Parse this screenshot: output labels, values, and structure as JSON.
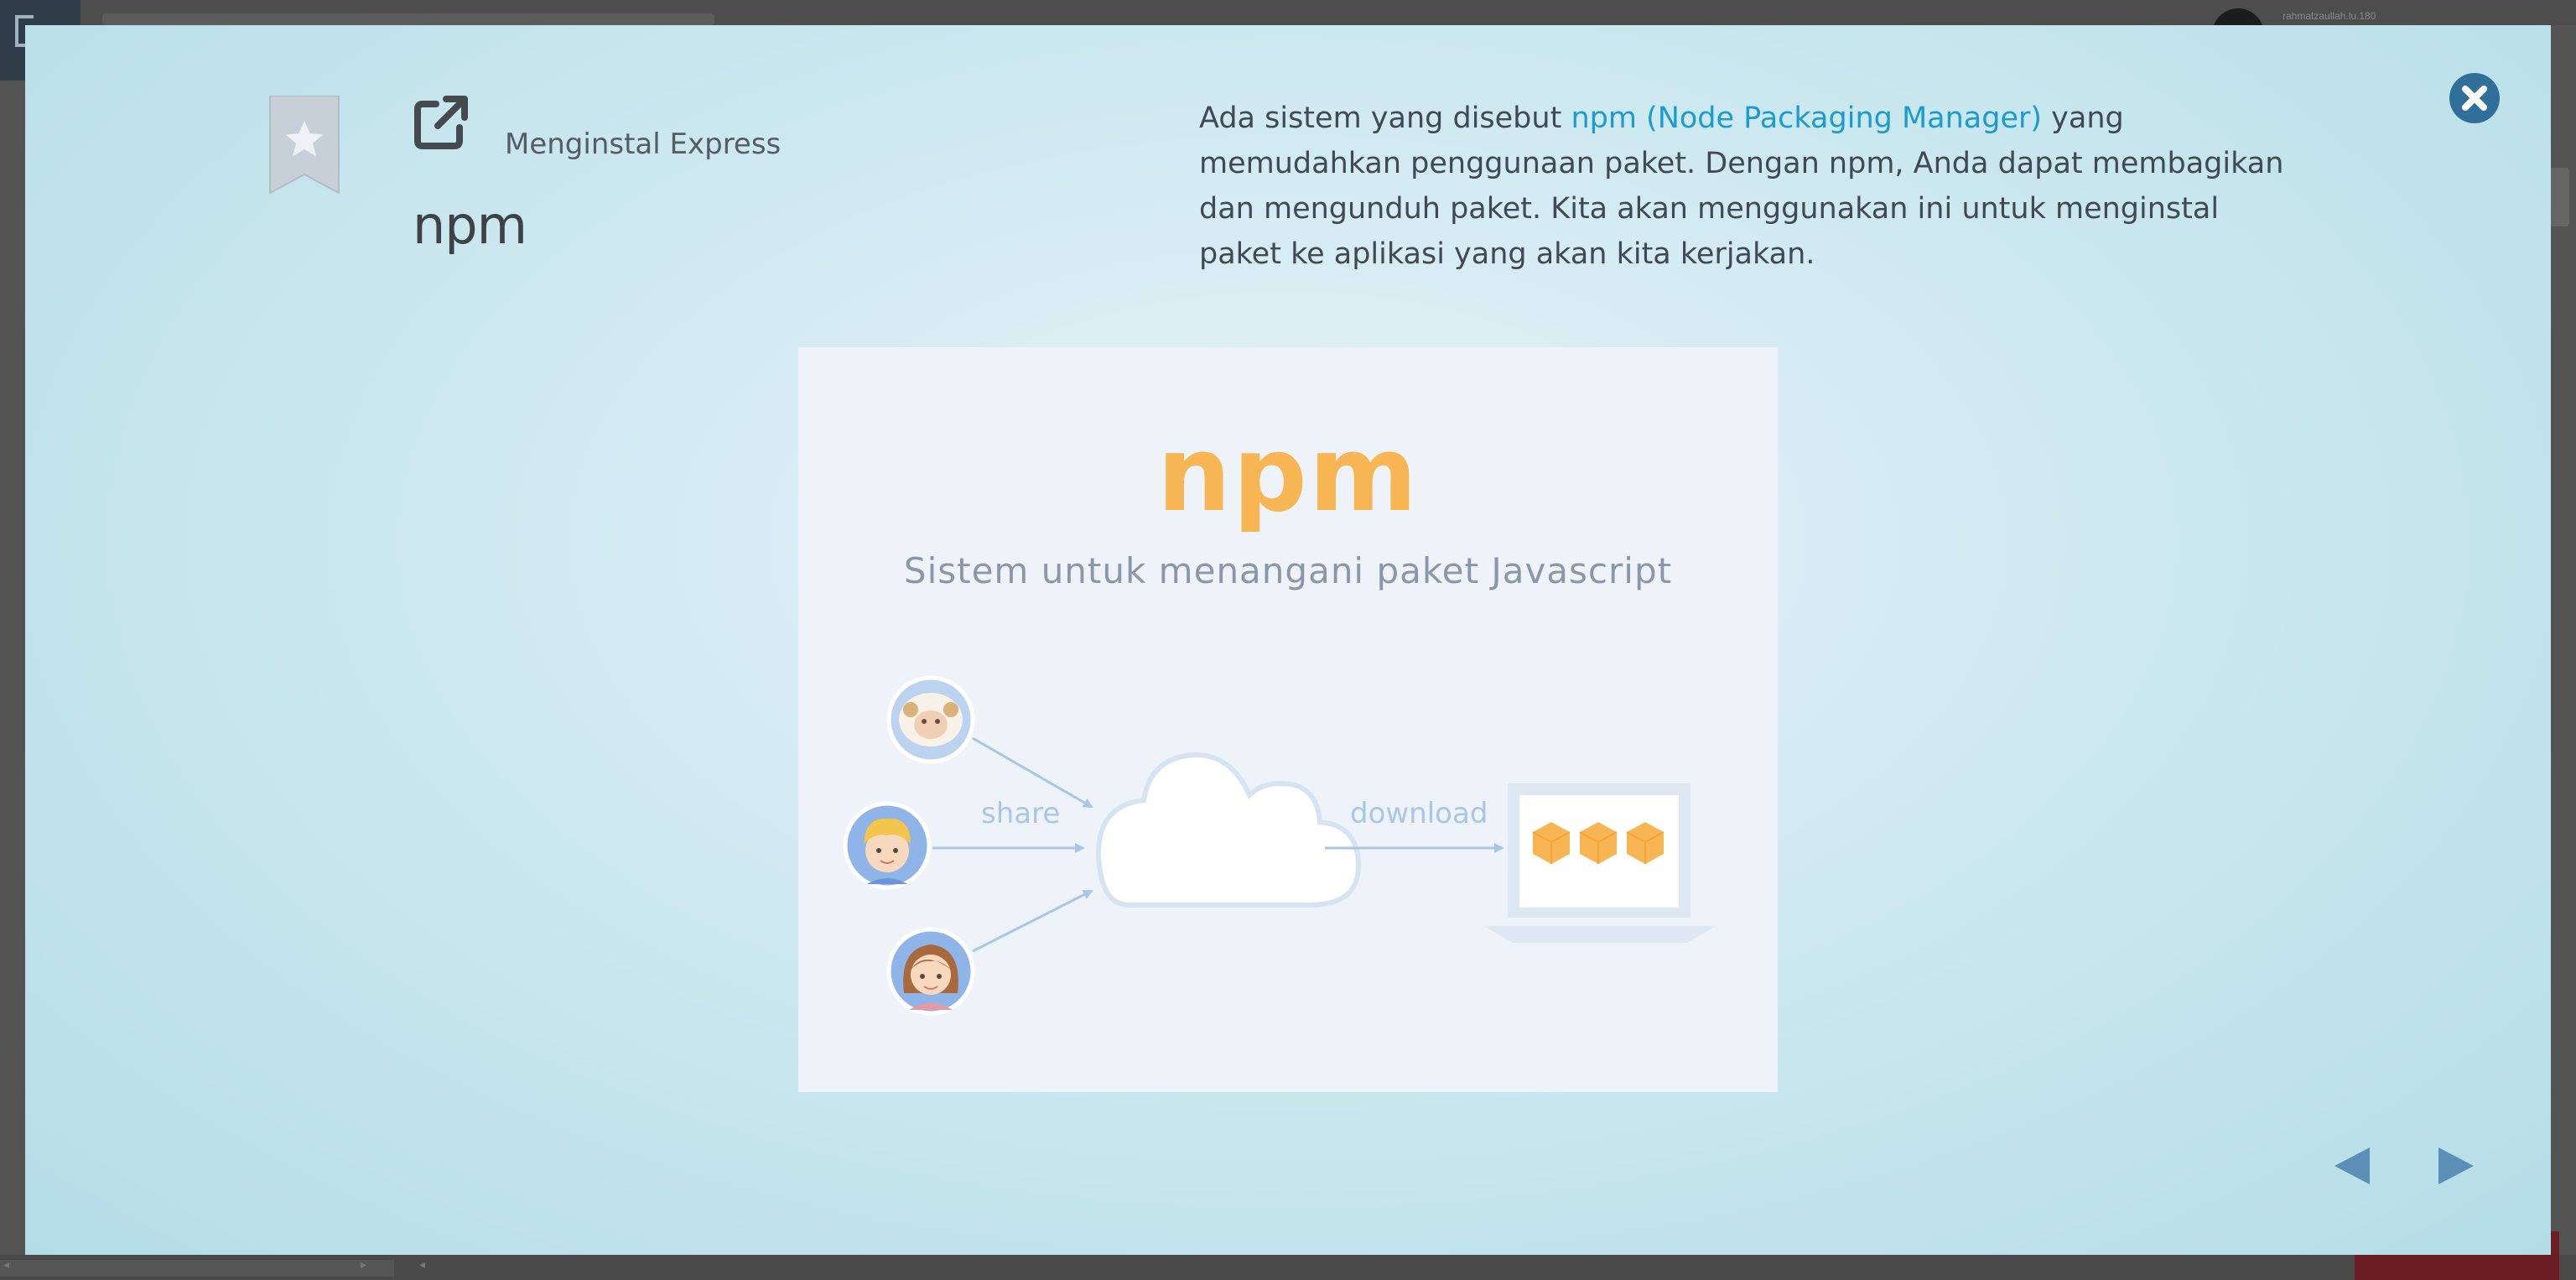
{
  "background": {
    "username": "rahmatzaullah.lu.180"
  },
  "lesson": {
    "breadcrumb": "Menginstal Express",
    "title": "npm",
    "description_before": "Ada sistem yang disebut ",
    "description_link": "npm (Node Packaging Manager)",
    "description_after": " yang memudahkan penggunaan paket. Dengan npm, Anda dapat membagikan dan mengunduh paket. Kita akan menggunakan ini untuk menginstal paket ke aplikasi yang akan kita kerjakan."
  },
  "slide": {
    "logo_text": "npm",
    "subtitle": "Sistem untuk menangani paket Javascript",
    "share_label": "share",
    "download_label": "download"
  },
  "icons": {
    "bookmark": "bookmark-star-icon",
    "external_link": "external-link-icon",
    "close": "close-icon",
    "prev": "arrow-left-icon",
    "next": "arrow-right-icon"
  },
  "colors": {
    "link": "#1a9bd1",
    "npm_logo": "#f8b553",
    "nav_arrow": "#5b8fb6",
    "close_button": "#2f6f9a"
  }
}
